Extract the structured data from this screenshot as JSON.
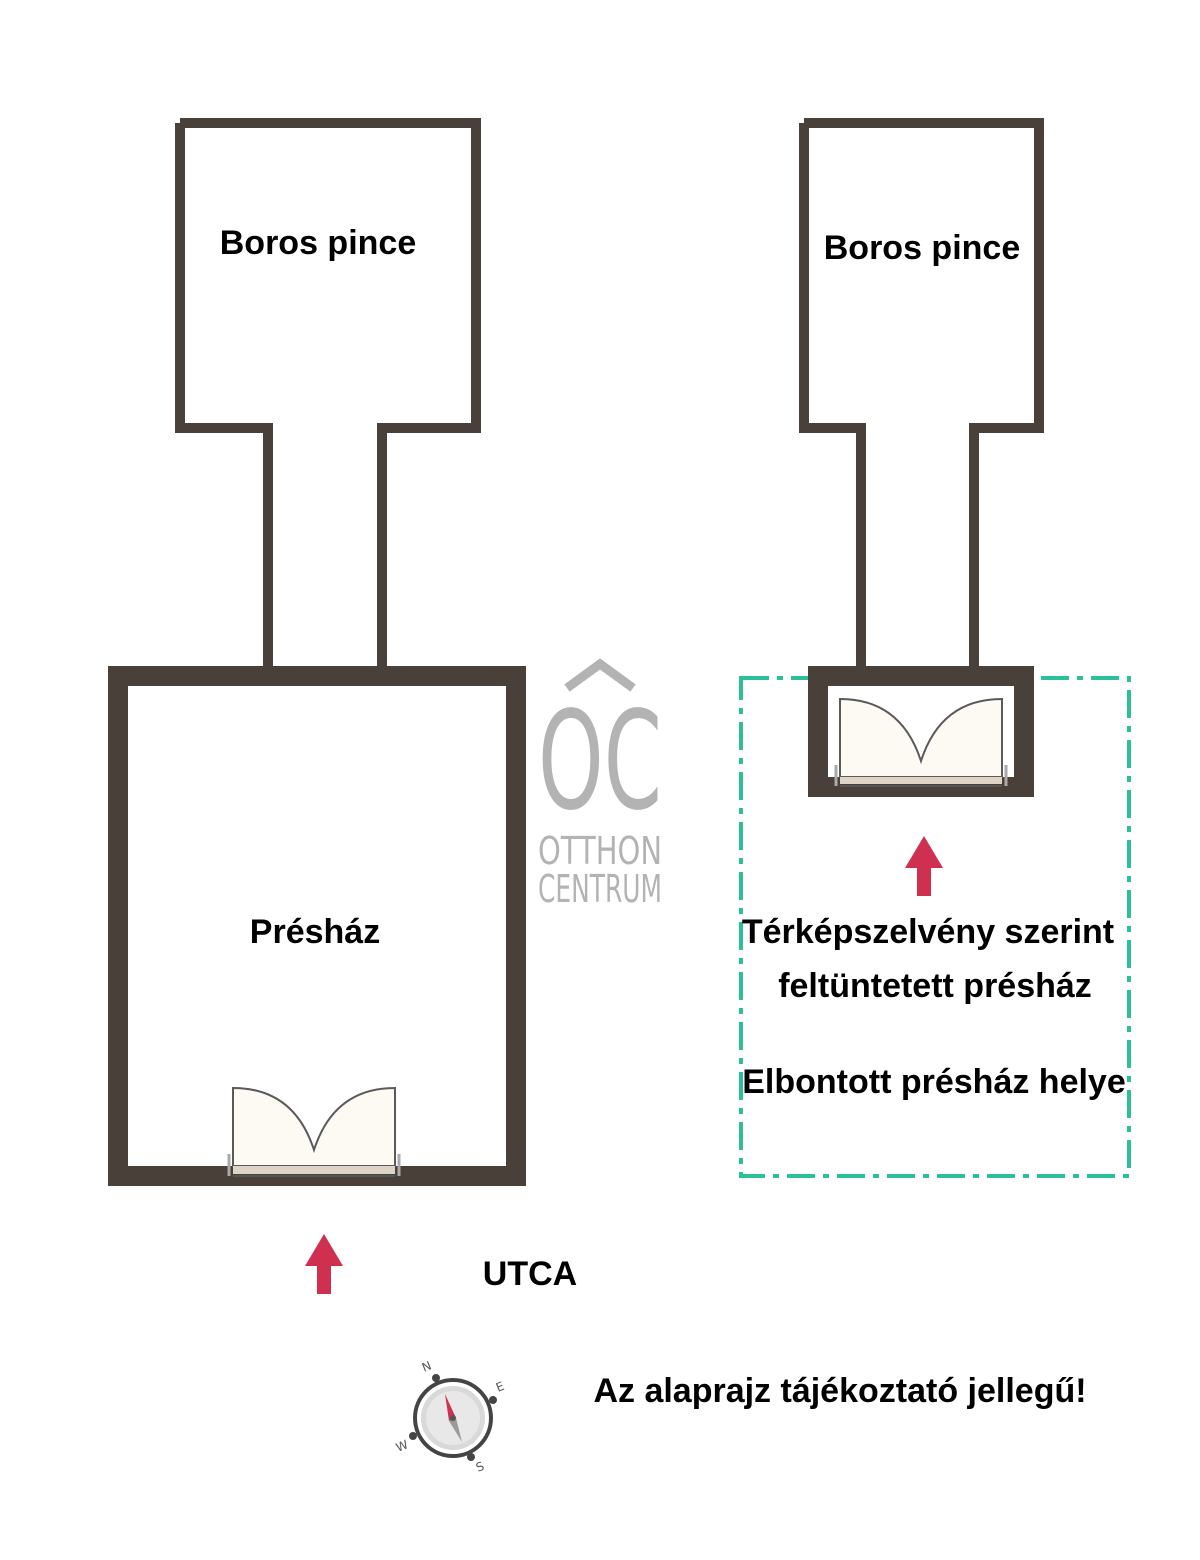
{
  "colors": {
    "wall": "#4a403a",
    "door_fill": "#fdf9f3",
    "door_threshold": "#ddd3c6",
    "arrow": "#d0304f",
    "dashed_outline": "#2bbf9a",
    "logo": "#b3b3b3"
  },
  "labels": {
    "left_cellar": "Boros pince",
    "right_cellar": "Boros pince",
    "press_house": "Présház",
    "map_line1": "Térképszelvény szerint",
    "map_line2": "feltüntetett présház",
    "demolished": "Elbontott présház helye",
    "street": "UTCA",
    "disclaimer": "Az alaprajz tájékoztató jellegű!"
  },
  "logo": {
    "mark": "OC",
    "line1": "OTTHON",
    "line2": "CENTRUM"
  },
  "compass": {
    "icon": "compass-icon",
    "n": "N",
    "e": "E",
    "s": "S",
    "w": "W"
  },
  "icons": {
    "arrow": "arrow-up-icon",
    "door": "double-door-icon"
  }
}
